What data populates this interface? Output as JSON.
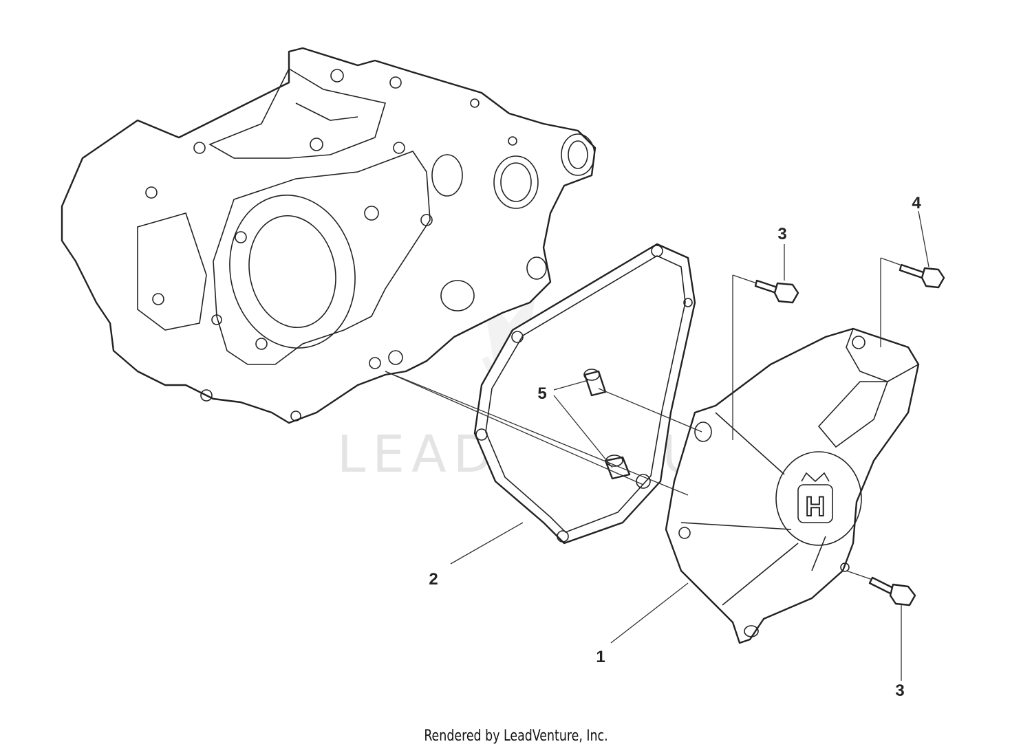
{
  "watermark": {
    "text": "LEADVENTURE"
  },
  "callouts": [
    {
      "id": "c1",
      "label": "1"
    },
    {
      "id": "c2",
      "label": "2"
    },
    {
      "id": "c3a",
      "label": "3"
    },
    {
      "id": "c3b",
      "label": "3"
    },
    {
      "id": "c4",
      "label": "4"
    },
    {
      "id": "c5",
      "label": "5"
    }
  ],
  "footer": {
    "text": "Rendered by LeadVenture, Inc."
  }
}
